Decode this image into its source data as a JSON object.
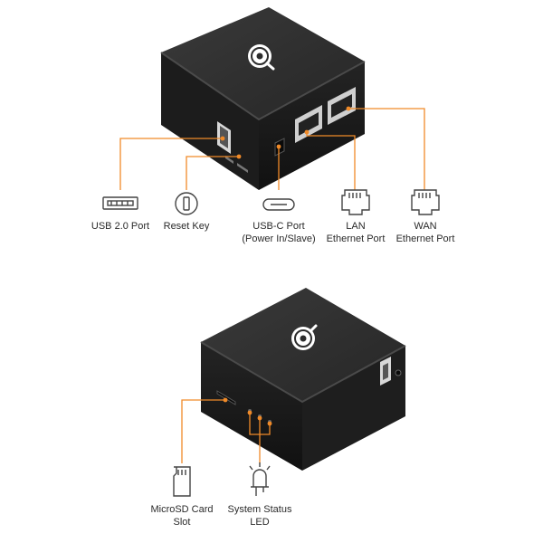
{
  "colors": {
    "accent": "#f08a28",
    "device_top": "#2c2c2c",
    "device_side": "#1a1a1a",
    "icon": "#444444",
    "label": "#2a2a2a"
  },
  "top_view": {
    "port_labels": {
      "usb": "USB 2.0 Port",
      "reset": "Reset Key",
      "usbc_line1": "USB-C Port",
      "usbc_line2": "(Power In/Slave)",
      "lan_line1": "LAN",
      "lan_line2": "Ethernet Port",
      "wan_line1": "WAN",
      "wan_line2": "Ethernet Port"
    },
    "icons": [
      "usb-a-icon",
      "reset-key-icon",
      "usb-c-icon",
      "ethernet-lan-icon",
      "ethernet-wan-icon"
    ]
  },
  "bottom_view": {
    "port_labels": {
      "microsd_line1": "MicroSD Card",
      "microsd_line2": "Slot",
      "led_line1": "System Status",
      "led_line2": "LED"
    },
    "icons": [
      "microsd-card-icon",
      "status-led-icon"
    ]
  }
}
